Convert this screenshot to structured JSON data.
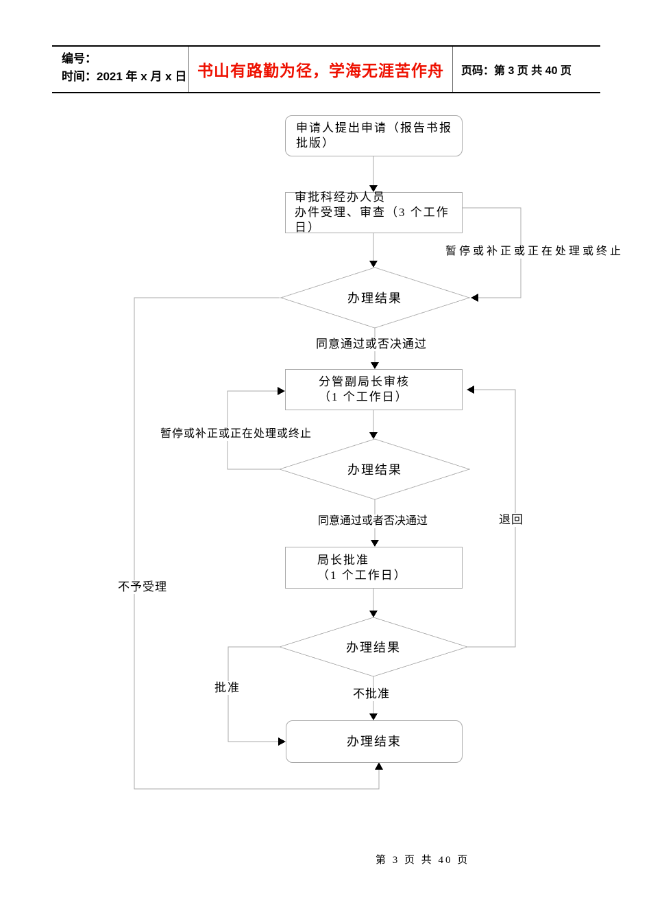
{
  "header": {
    "number_label": "编号：",
    "time_label": "时间：2021 年 x 月 x 日",
    "motto": "书山有路勤为径，学海无涯苦作舟",
    "page_info": "页码：第 3 页  共 40 页"
  },
  "flowchart": {
    "nodes": {
      "start": {
        "line1": "申请人提出申请（报告书报",
        "line2": "批版）"
      },
      "review": {
        "line1": "审批科经办人员",
        "line2": "办件受理、审查（3 个工作日）"
      },
      "decision1": {
        "label": "办理结果"
      },
      "deputy": {
        "line1": "分管副局长审核",
        "line2": "（1 个工作日）"
      },
      "decision2": {
        "label": "办理结果"
      },
      "director": {
        "line1": "局长批准",
        "line2": "（1 个工作日）"
      },
      "decision3": {
        "label": "办理结果"
      },
      "end": {
        "label": "办理结束"
      }
    },
    "edge_labels": {
      "pause1": "暂停或补正或正在处理或终止",
      "agree1": "同意通过或否决通过",
      "pause2": "暂停或补正或正在处理或终止",
      "agree2": "同意通过或者否决通过",
      "back": "退回",
      "approve": "批准",
      "disapprove": "不批准",
      "reject": "不予受理"
    }
  },
  "footer": {
    "page_text": "第 3 页 共 40 页"
  },
  "colors": {
    "motto_red": "#ee1000",
    "line_gray": "#a9a9a9",
    "arrow_black": "#000000"
  }
}
